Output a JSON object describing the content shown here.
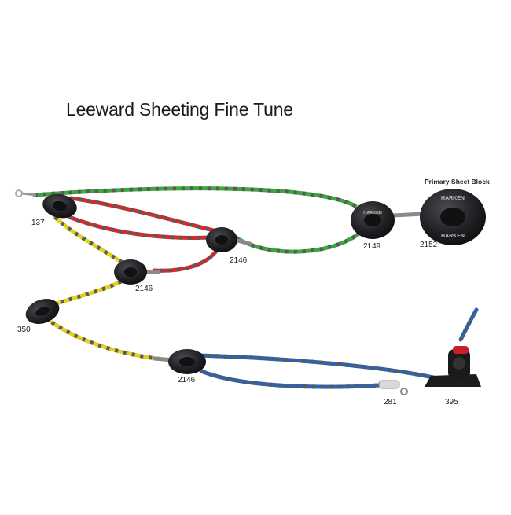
{
  "diagram": {
    "title": "Leeward Sheeting Fine Tune",
    "primary_label": "Primary Sheet Block",
    "brand_mark": "HARKEN",
    "part_labels": {
      "p137": "137",
      "p2146_upper": "2146",
      "p2146_mid": "2146",
      "p350": "350",
      "p2146_lower": "2146",
      "p2149": "2149",
      "p2152": "2152",
      "p281": "281",
      "p395": "395"
    },
    "rope_colors": {
      "green": "#3aa83a",
      "red": "#d42a2a",
      "yellow": "#e2d21a",
      "blue": "#2c64b4",
      "fleck": "#5a5a5a"
    },
    "block_color": "#1e1e22",
    "cam_accent": "#c8202a"
  }
}
